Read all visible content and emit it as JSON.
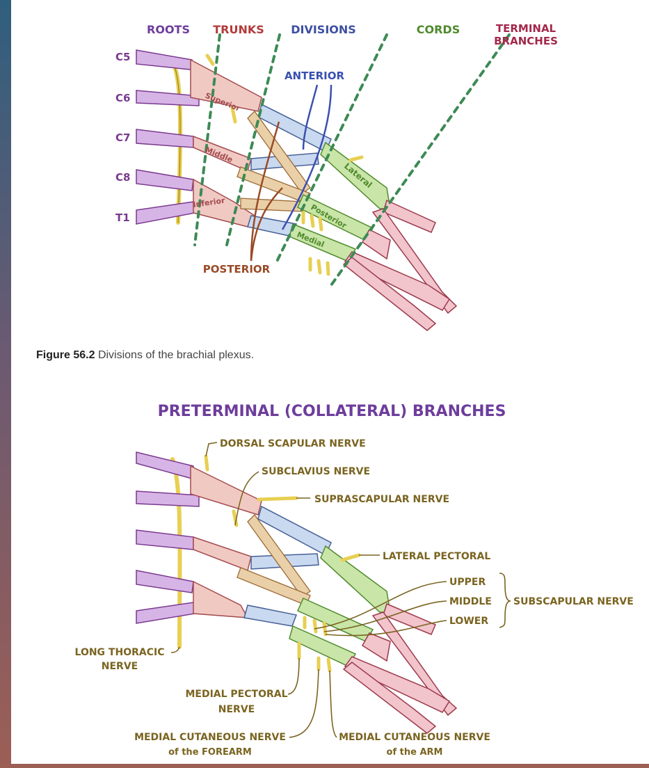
{
  "fig1": {
    "headers": {
      "roots": "ROOTS",
      "trunks": "TRUNKS",
      "divisions": "DIVISIONS",
      "cords": "CORDS",
      "terminal_1": "TERMINAL",
      "terminal_2": "BRANCHES"
    },
    "roots": [
      "C5",
      "C6",
      "C7",
      "C8",
      "T1"
    ],
    "trunks": [
      "Superior",
      "Middle",
      "Inferior"
    ],
    "cords": [
      "Lateral",
      "Posterior",
      "Medial"
    ],
    "division_labels": {
      "anterior": "ANTERIOR",
      "posterior": "POSTERIOR"
    }
  },
  "caption": {
    "label": "Figure 56.2",
    "text": "Divisions of the brachial plexus."
  },
  "fig2": {
    "title": "PRETERMINAL (COLLATERAL) BRANCHES",
    "labels": {
      "dorsal_scapular": "DORSAL SCAPULAR NERVE",
      "subclavius": "SUBCLAVIUS NERVE",
      "suprascapular": "SUPRASCAPULAR NERVE",
      "lateral_pectoral": "LATERAL PECTORAL",
      "upper": "UPPER",
      "middle": "MIDDLE",
      "lower": "LOWER",
      "subscapular": "SUBSCAPULAR NERVE",
      "long_thoracic_1": "LONG THORACIC",
      "long_thoracic_2": "NERVE",
      "medial_pectoral_1": "MEDIAL PECTORAL",
      "medial_pectoral_2": "NERVE",
      "mc_forearm_1": "MEDIAL CUTANEOUS NERVE",
      "mc_forearm_2": "of the FOREARM",
      "mc_arm_1": "MEDIAL CUTANEOUS NERVE",
      "mc_arm_2": "of the ARM"
    }
  },
  "colors": {
    "root": "#d7b4e6",
    "trunk": "#f1c9c3",
    "division": "#c9d9ef",
    "cord": "#c9e5a8",
    "terminal": "#f2c4cc",
    "outline_root": "#7a3a8e",
    "outline_trunk": "#a34c50",
    "outline_division": "#455f96",
    "outline_cord": "#4f8a2c",
    "outline_terminal": "#9b3a4c",
    "branch": "#e8cf52",
    "label_roots": "#6d3d9c",
    "label_trunks": "#b23b3b",
    "label_divisions": "#3d4fa3",
    "label_cords": "#4f8a2c",
    "label_terminal": "#a3284a",
    "label_anterior": "#3a50b0",
    "label_posterior": "#9a4a26",
    "label_nerve": "#7a6420",
    "guide": "#3d8a55"
  }
}
